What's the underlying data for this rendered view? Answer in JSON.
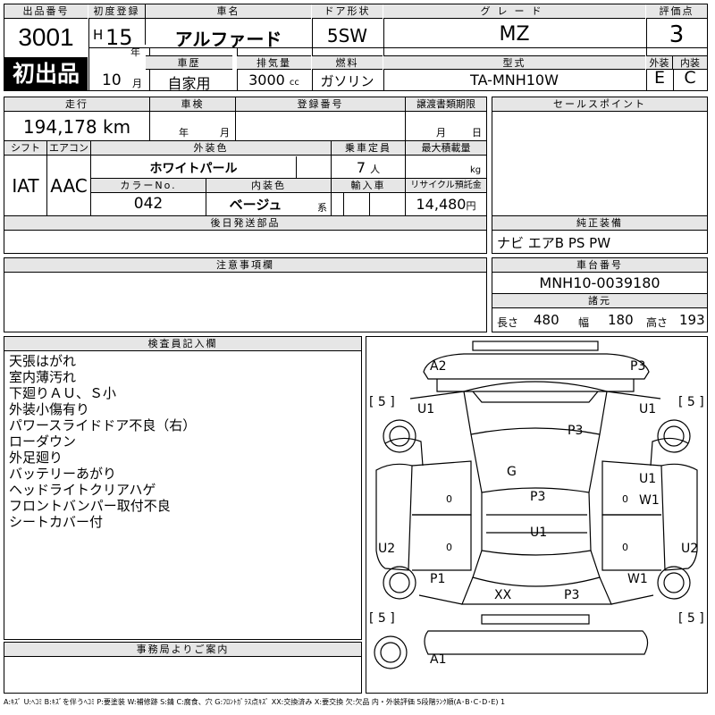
{
  "lot": {
    "label": "出品番号",
    "number": "3001",
    "badge": "初出品"
  },
  "first_reg": {
    "label": "初度登録",
    "era": "H",
    "year": "15",
    "year_unit": "年",
    "month": "10",
    "month_unit": "月"
  },
  "car_name": {
    "label": "車名",
    "value": "アルファード"
  },
  "door": {
    "label": "ドア形状",
    "value": "5SW"
  },
  "grade": {
    "label": "グレード",
    "value": "MZ"
  },
  "score": {
    "label": "評価点",
    "value": "3",
    "ext_label": "外装",
    "int_label": "内装",
    "ext": "E",
    "int": "C"
  },
  "history": {
    "label": "車歴",
    "value": "自家用"
  },
  "displacement": {
    "label": "排気量",
    "value": "3000",
    "unit": "cc"
  },
  "fuel": {
    "label": "燃料",
    "value": "ガソリン"
  },
  "model": {
    "label": "型式",
    "value": "TA-MNH10W"
  },
  "mileage": {
    "label": "走行",
    "value": "194,178",
    "unit": "km"
  },
  "inspection": {
    "label": "車検",
    "year_unit": "年",
    "month_unit": "月"
  },
  "plate": {
    "label": "登録番号",
    "value": ""
  },
  "transfer": {
    "label": "譲渡書類期限",
    "month_unit": "月",
    "day_unit": "日"
  },
  "sales_points": {
    "label": "セールスポイント"
  },
  "shift": {
    "label": "シフト",
    "value": "IAT"
  },
  "aircon": {
    "label": "エアコン",
    "value": "AAC"
  },
  "exterior_color": {
    "label": "外装色",
    "value": "ホワイトパール"
  },
  "capacity": {
    "label": "乗車定員",
    "value": "7",
    "unit": "人"
  },
  "max_load": {
    "label": "最大積載量",
    "unit": "kg"
  },
  "color_no": {
    "label": "カラーNo.",
    "value": "042"
  },
  "interior_color": {
    "label": "内装色",
    "value": "ベージュ",
    "unit": "系"
  },
  "import": {
    "label": "輸入車"
  },
  "recycle": {
    "label": "リサイクル預託金",
    "value": "14,480",
    "unit": "円"
  },
  "later_parts": {
    "label": "後日発送部品"
  },
  "equipment": {
    "label": "純正装備",
    "value": "ナビ エアB PS PW"
  },
  "cautions": {
    "label": "注意事項欄"
  },
  "chassis": {
    "label": "車台番号",
    "value": "MNH10-0039180"
  },
  "dimensions": {
    "label": "諸元",
    "length_label": "長さ",
    "length": "480",
    "width_label": "幅",
    "width": "180",
    "height_label": "高さ",
    "height": "193"
  },
  "inspector": {
    "label": "検査員記入欄",
    "notes": [
      "天張はがれ",
      "室内薄汚れ",
      "下廻りＡＵ、Ｓ小",
      "外装小傷有り",
      "パワースライドドア不良（右）",
      "ローダウン",
      "外足廻り",
      "バッテリーあがり",
      "ヘッドライトクリアハゲ",
      "フロントバンパー取付不良",
      "シートカバー付"
    ]
  },
  "office": {
    "label": "事務局よりご案内"
  },
  "diagram": {
    "marks": {
      "a2": "A2",
      "p3_tr": "P3",
      "u1_l": "U1",
      "u1_r": "U1",
      "p3_hood": "P3",
      "g": "G",
      "p3_mid": "P3",
      "u1_mid": "U1",
      "u1_rd": "U1",
      "w1_rd": "W1",
      "u2_l": "U2",
      "u2_r": "U2",
      "p1": "P1",
      "w1_rr": "W1",
      "xx": "XX",
      "p3_rear": "P3",
      "a1": "A1"
    },
    "tires": [
      "[ 5 ]",
      "[ 5 ]",
      "[ 5 ]",
      "[ 5 ]"
    ],
    "zeros": [
      "0",
      "0",
      "0",
      "0"
    ]
  },
  "legend": "A:ｷｽﾞ U:ﾍｺﾐ B:ｷｽﾞを伴うﾍｺﾐ P:要塗装 W:補修跡 S:錆 C:腐食、穴 G:ﾌﾛﾝﾄｶﾞﾗｽ点ｷｽﾞ XX:交換済み X:要交換 欠:欠品 内・外装評価 5段階ﾗﾝｸ順(A･B･C･D･E) 1"
}
